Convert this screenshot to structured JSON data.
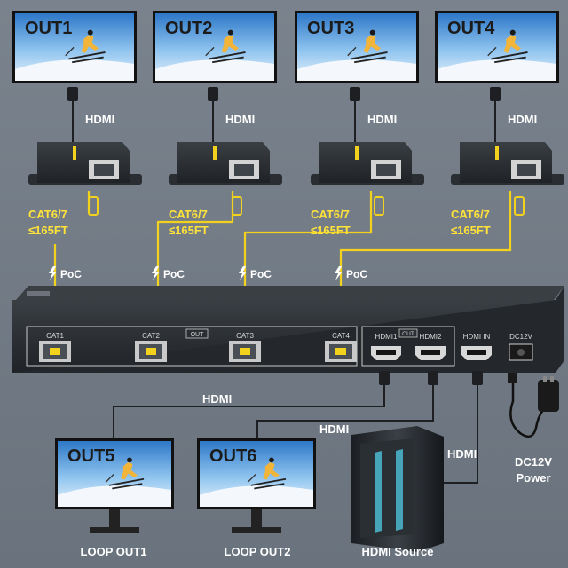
{
  "outputs": [
    {
      "label": "OUT1",
      "hdmi": "HDMI",
      "cable": "CAT6/7",
      "distance": "≤165FT",
      "poc": "PoC"
    },
    {
      "label": "OUT2",
      "hdmi": "HDMI",
      "cable": "CAT6/7",
      "distance": "≤165FT",
      "poc": "PoC"
    },
    {
      "label": "OUT3",
      "hdmi": "HDMI",
      "cable": "CAT6/7",
      "distance": "≤165FT",
      "poc": "PoC"
    },
    {
      "label": "OUT4",
      "hdmi": "HDMI",
      "cable": "CAT6/7",
      "distance": "≤165FT",
      "poc": "PoC"
    }
  ],
  "splitter": {
    "ports": [
      "CAT1",
      "CAT2",
      "CAT3",
      "CAT4"
    ],
    "out_badge": "OUT",
    "hdmi_out": [
      "HDMI1",
      "HDMI2"
    ],
    "hdmi_out_badge": "OUT",
    "hdmi_in": "HDMI IN",
    "dc": "DC12V"
  },
  "loop": [
    {
      "monitor": "OUT5",
      "caption": "LOOP OUT1",
      "cable": "HDMI"
    },
    {
      "monitor": "OUT6",
      "caption": "LOOP OUT2",
      "cable": "HDMI"
    }
  ],
  "source": {
    "caption": "HDMI Source",
    "cable": "HDMI"
  },
  "power": {
    "line1": "DC12V",
    "line2": "Power"
  },
  "colors": {
    "cable_yellow": "#f2d21d",
    "label_yellow": "#ffe33a",
    "device": "#2b2f33"
  }
}
